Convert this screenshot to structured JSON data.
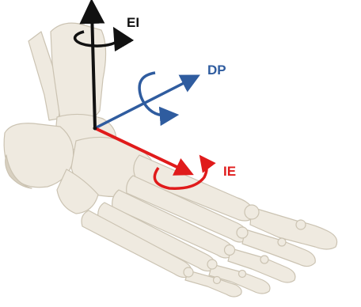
{
  "axes": [
    {
      "id": "ei",
      "label": "EI",
      "color": "#111111"
    },
    {
      "id": "dp",
      "label": "DP",
      "color": "#2f5c9f"
    },
    {
      "id": "ie",
      "label": "IE",
      "color": "#e01b1b"
    }
  ],
  "colors": {
    "bone_fill": "#efeae0",
    "bone_stroke": "#cbc3b2",
    "bone_shadow": "#d8d0c0",
    "background": "#ffffff"
  }
}
